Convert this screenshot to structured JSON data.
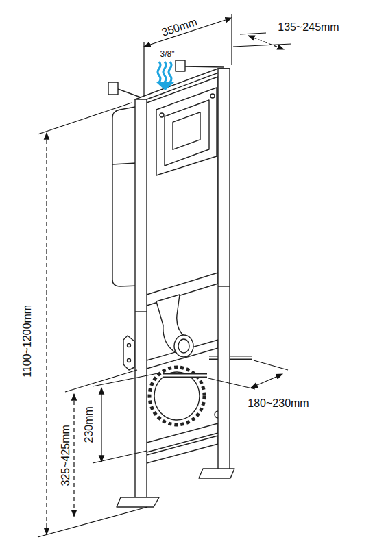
{
  "diagram": {
    "labels": [
      "350mm",
      "135~245mm",
      "3/8\"",
      "1100~1200mm",
      "325~425mm",
      "230mm",
      "180~230mm"
    ]
  }
}
